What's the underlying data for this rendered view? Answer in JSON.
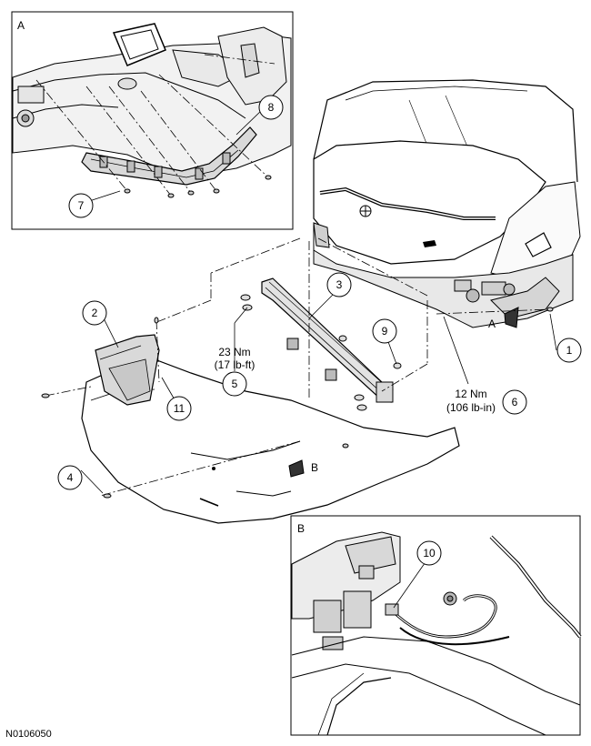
{
  "figure_id": "N0106050",
  "insets": {
    "a": {
      "letter": "A"
    },
    "b": {
      "letter": "B"
    }
  },
  "view_pointers": {
    "a": "A",
    "b": "B"
  },
  "callouts": {
    "c1": "1",
    "c2": "2",
    "c3": "3",
    "c4": "4",
    "c5": "5",
    "c6": "6",
    "c7": "7",
    "c8": "8",
    "c9": "9",
    "c10": "10",
    "c11": "11"
  },
  "torque_specs": {
    "bracket_nut_nm": "23 Nm",
    "bracket_nut_lbft": "(17 lb-ft)",
    "fastener_nm": "12 Nm",
    "fastener_lbin": "(106 lb-in)"
  }
}
